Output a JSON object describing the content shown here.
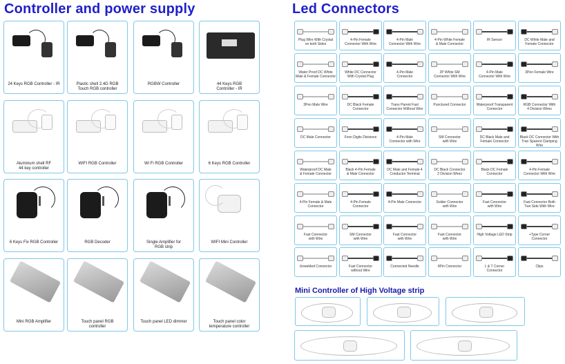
{
  "left_section": {
    "title": "Controller and power supply",
    "products": [
      "24 Keys RGB Controller - IR",
      "Plastic shell 2.4G RGB\nTouch RGB controller",
      "RGBW Controller",
      "44 Keys RGB\nController - IR",
      "Aluminum shell RF\n44 key controller",
      "WIFI RGB Controller",
      "Wi Fi RGB Controller",
      "6 Keys RGB Controller",
      "6 Keys Fix RGB Controller",
      "RGB Decoder",
      "Single Amplifier for\nRGB strip",
      "WIFI Mini Controller",
      "Mini RGB Amplifier",
      "Touch panel RGB\ncontroller",
      "Touch panel LED dimmer",
      "Touch panel color\ntemperature controller"
    ]
  },
  "right_section": {
    "title": "Led Connectors",
    "connectors": [
      "Plug Wire With Crystal\non both Sides",
      "4-Pin Female\nConnector With Wire",
      "4-Pin Male\nConnector With Wire",
      "4-Pin White Female\n& Male Connector",
      "IR Sensor",
      "DC White Male and\nFemale Connector",
      "Water Proof DC White\nMale & Female Connector",
      "White DC Connector\nWith Crystal Plug",
      "4-Pin Male\nConnector",
      "2P White SM\nConnector With Wire",
      "4-Pin Male\nConnector With Wire",
      "3Pen Female Wire",
      "3Pen Male Wire",
      "DC Black Female\nConnector",
      "Trans Parent Fast\nConnector Without Wire",
      "Punctured Connector",
      "Waterproof Transparent\nConnector",
      "RGB Connector With\n4 Division Wires",
      "DC Male Connector",
      "Fevn Digits Divisions",
      "4-Pin Male\nConnector with Wire",
      "SM Connector\nwith Wire",
      "DC Black Male and\nFemale Connector",
      "Black DC Connector With\nTran Sparent Clamping\nWire",
      "Waterproof DC Male\n& Female Connector",
      "Black 4-Pin Female\n& Male Connector",
      "DC Male and Female 4\nConductor Terminal",
      "DC Black Connector\n2 Division Wires",
      "Black DC Female\nConnector",
      "4-Pin Female\nConnector With Wire",
      "4-Pin Female & Male\nConnector",
      "4-Pin Female\nConnector",
      "4-Pin Male Connector",
      "Solder Connector\nwith Wire",
      "Fast Connector\nwith Wire",
      "Fast Connector Both\nTwo Side With Wire",
      "Fast Connector\nwith Wire",
      "SM Connector\nwith Wire",
      "Fast Connector\nwith Wire",
      "Fast Connector\nwith Wire",
      "High Voltage LED Strip",
      "+Type Corner\nConnector",
      "Unwelded Connector",
      "Fast Connector\nwithout Wire",
      "Connected Needle",
      "4Pin Connector",
      "L & T Corner\nConnector",
      "Clips"
    ]
  },
  "mini_section": {
    "title": "Mini Controller of High Voltage strip"
  }
}
